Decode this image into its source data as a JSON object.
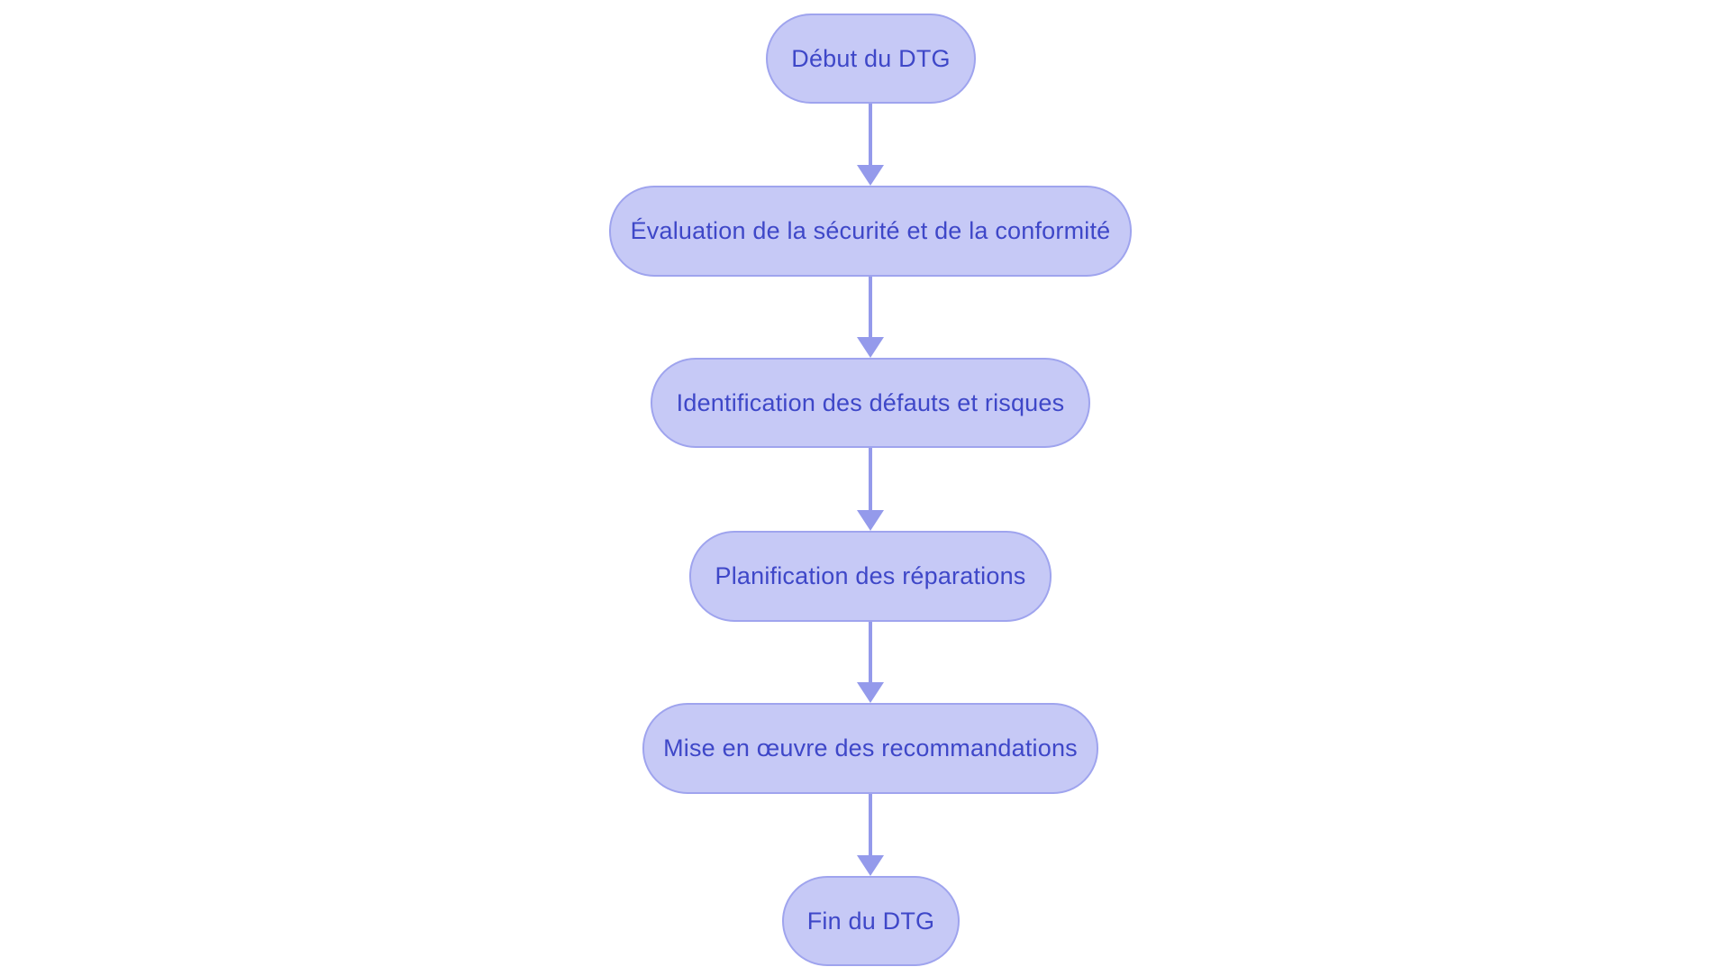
{
  "flowchart": {
    "type": "flowchart",
    "direction": "top-down",
    "nodes": [
      {
        "id": "start",
        "label": "Début du DTG"
      },
      {
        "id": "evaluation",
        "label": "Évaluation de la sécurité et de la conformité"
      },
      {
        "id": "identification",
        "label": "Identification des défauts et risques"
      },
      {
        "id": "planification",
        "label": "Planification des réparations"
      },
      {
        "id": "mise-en-oeuvre",
        "label": "Mise en œuvre des recommandations"
      },
      {
        "id": "end",
        "label": "Fin du DTG"
      }
    ],
    "edges": [
      {
        "from": "start",
        "to": "evaluation"
      },
      {
        "from": "evaluation",
        "to": "identification"
      },
      {
        "from": "identification",
        "to": "planification"
      },
      {
        "from": "planification",
        "to": "mise-en-oeuvre"
      },
      {
        "from": "mise-en-oeuvre",
        "to": "end"
      }
    ],
    "colors": {
      "background": "#ffffff",
      "node_fill": "#c6c9f6",
      "node_border": "#9fa4ee",
      "node_text": "#3e47c8",
      "arrow": "#949aeb"
    }
  }
}
